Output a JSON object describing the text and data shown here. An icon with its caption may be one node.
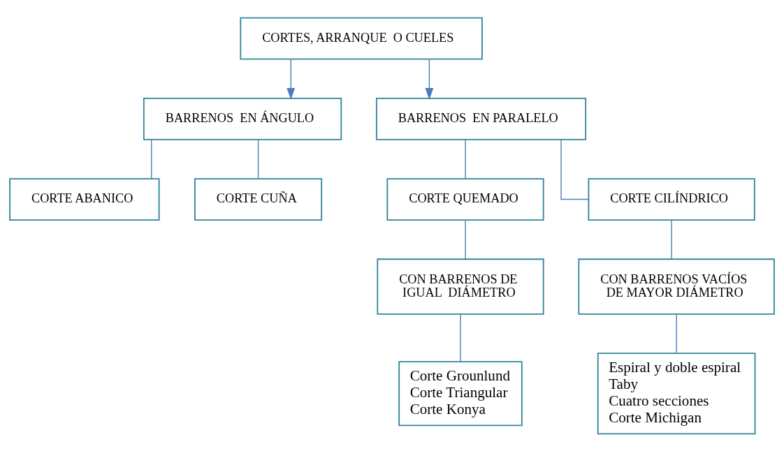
{
  "diagram": {
    "nodes": [
      {
        "text": [
          "CORTES, ARRANQUE  O CUELES"
        ]
      },
      {
        "text": [
          "BARRENOS  EN ÁNGULO"
        ]
      },
      {
        "text": [
          "BARRENOS  EN PARALELO"
        ]
      },
      {
        "text": [
          "CORTE ABANICO"
        ]
      },
      {
        "text": [
          "CORTE CUÑA"
        ]
      },
      {
        "text": [
          "CORTE QUEMADO"
        ]
      },
      {
        "text": [
          "CORTE CILÍNDRICO"
        ]
      },
      {
        "text": [
          "CON BARRENOS DE IGUAL  DIÁMETRO"
        ]
      },
      {
        "text": [
          "CON BARRENOS VACÍOS DE MAYOR DIÁMETRO"
        ]
      },
      {
        "text": [
          "Corte Grounlund",
          "Corte Triangular",
          "Corte Konya"
        ]
      },
      {
        "text": [
          "Espiral y doble espiral",
          "Taby",
          "Cuatro secciones",
          "Corte Michigan"
        ]
      }
    ],
    "edges": [
      {
        "from": 0,
        "to": 1,
        "arrow": "to"
      },
      {
        "from": 0,
        "to": 2,
        "arrow": "to"
      },
      {
        "from": 1,
        "to": 3,
        "arrow": "none"
      },
      {
        "from": 1,
        "to": 4,
        "arrow": "none"
      },
      {
        "from": 2,
        "to": 5,
        "arrow": "none"
      },
      {
        "from": 2,
        "to": 6,
        "arrow": "none"
      },
      {
        "from": 5,
        "to": 7,
        "arrow": "none"
      },
      {
        "from": 6,
        "to": 8,
        "arrow": "none"
      },
      {
        "from": 7,
        "to": 9,
        "arrow": "none"
      },
      {
        "from": 8,
        "to": 10,
        "arrow": "none"
      }
    ]
  }
}
